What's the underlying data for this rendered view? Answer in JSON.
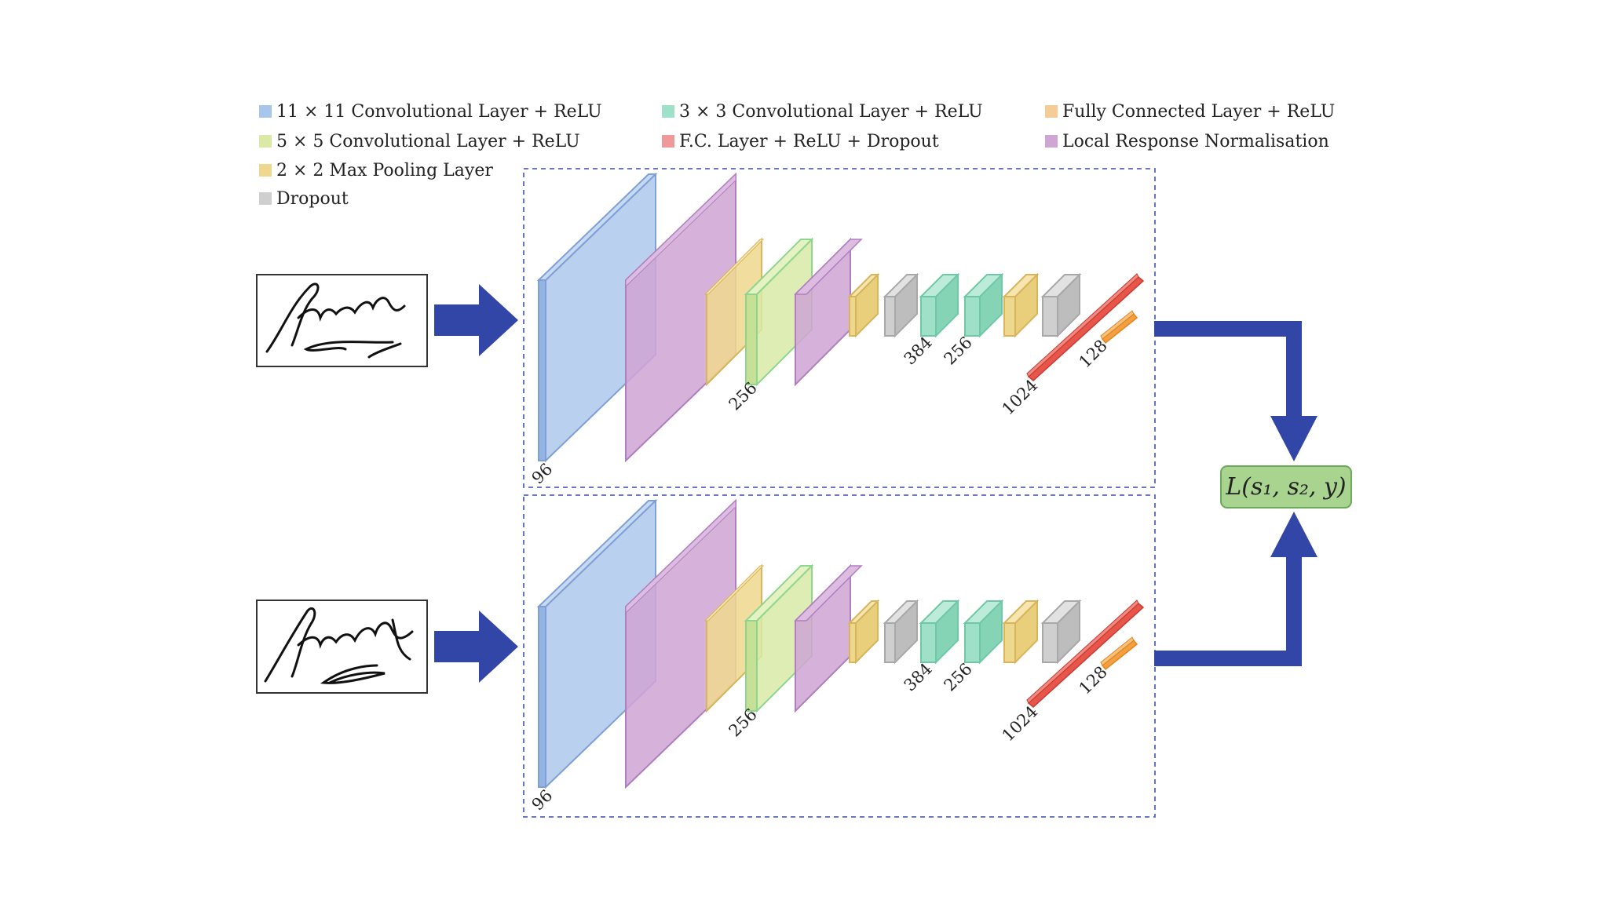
{
  "legend": [
    {
      "key": "conv11",
      "label": "11 × 11 Convolutional Layer + ReLU",
      "color": "#a8c6ea"
    },
    {
      "key": "conv5",
      "label": "5 × 5 Convolutional Layer + ReLU",
      "color": "#d8eaa6"
    },
    {
      "key": "pool",
      "label": "2 × 2 Max Pooling Layer",
      "color": "#eed88e"
    },
    {
      "key": "dropout",
      "label": "Dropout",
      "color": "#cfcfcf"
    },
    {
      "key": "conv3",
      "label": "3 × 3 Convolutional Layer + ReLU",
      "color": "#9ee0c8"
    },
    {
      "key": "fcdrop",
      "label": "F.C. Layer + ReLU + Dropout",
      "color": "#ee9a9a"
    },
    {
      "key": "fc",
      "label": "Fully Connected Layer + ReLU",
      "color": "#f5cc95"
    },
    {
      "key": "lrn",
      "label": "Local Response Normalisation",
      "color": "#cfa5d4"
    }
  ],
  "branch_labels": {
    "conv1_filters": "96",
    "conv2_filters": "256",
    "conv3_filters": "384",
    "conv4_filters": "256",
    "fc1_units": "1024",
    "fc2_units": "128"
  },
  "loss_label": "L(s₁, s₂, y)",
  "branches": [
    {
      "name": "top",
      "input": "signature-image-1"
    },
    {
      "name": "bottom",
      "input": "signature-image-2"
    }
  ],
  "colors": {
    "arrow": "#3246a8",
    "box_border": "#5566bb",
    "loss_fill": "#a8d490",
    "loss_border": "#6aa85a"
  }
}
